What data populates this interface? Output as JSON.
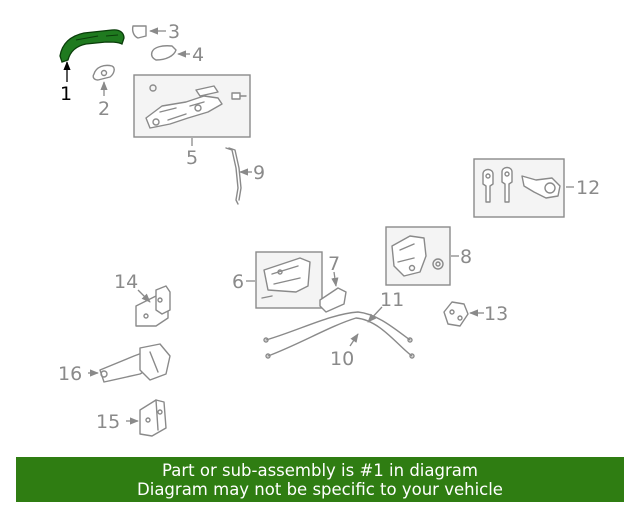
{
  "diagram": {
    "highlight_color": "#1f7a1f",
    "callouts": [
      "1",
      "2",
      "3",
      "4",
      "5",
      "6",
      "7",
      "8",
      "9",
      "10",
      "11",
      "12",
      "13",
      "14",
      "15",
      "16"
    ],
    "highlighted_callout": "1"
  },
  "banner": {
    "line1": "Part or sub-assembly is #1 in diagram",
    "line2": "Diagram may not be specific to your vehicle",
    "background": "#2f7d12"
  }
}
